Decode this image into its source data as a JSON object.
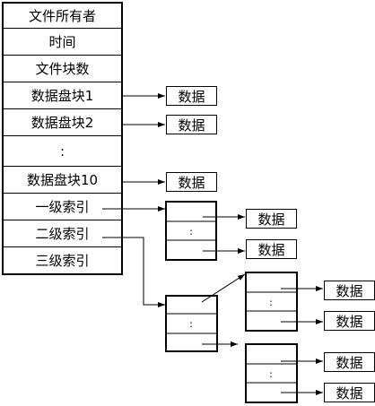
{
  "inode": {
    "rows": [
      "文件所有者",
      "时间",
      "文件块数",
      "数据盘块1",
      "数据盘块2",
      ":",
      "数据盘块10",
      "一级索引",
      "二级索引",
      "三级索引"
    ]
  },
  "blocks": {
    "data_label": "数据",
    "ellipsis": ":"
  }
}
